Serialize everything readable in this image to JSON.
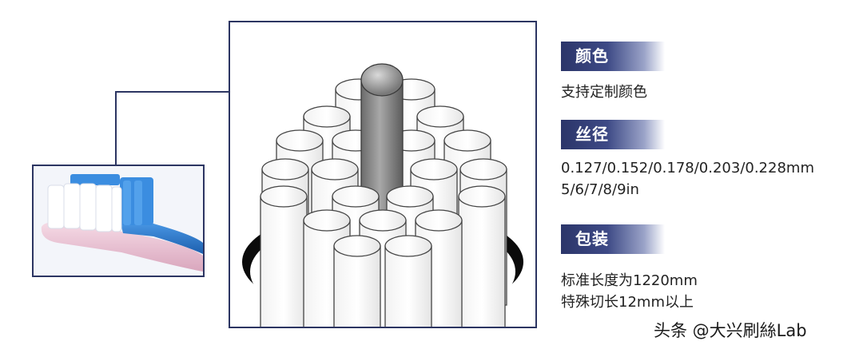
{
  "specs": {
    "color": {
      "title": "颜色",
      "text": "支持定制颜色"
    },
    "diameter": {
      "title": "丝径",
      "line1": "0.127/0.152/0.178/0.203/0.228mm",
      "line2": "5/6/7/8/9in"
    },
    "packaging": {
      "title": "包装",
      "line1": "标准长度为1220mm",
      "line2": "特殊切长12mm以上"
    }
  },
  "watermark": "头条 @大兴刷絲Lab",
  "colors": {
    "frame": "#2c3562",
    "tag_dark": "#2b3569",
    "bristle_blue": "#2f7fd6",
    "handle_pink": "#efc6d6"
  },
  "icons": [
    "toothbrush-illustration",
    "bristle-bundle-diagram"
  ]
}
